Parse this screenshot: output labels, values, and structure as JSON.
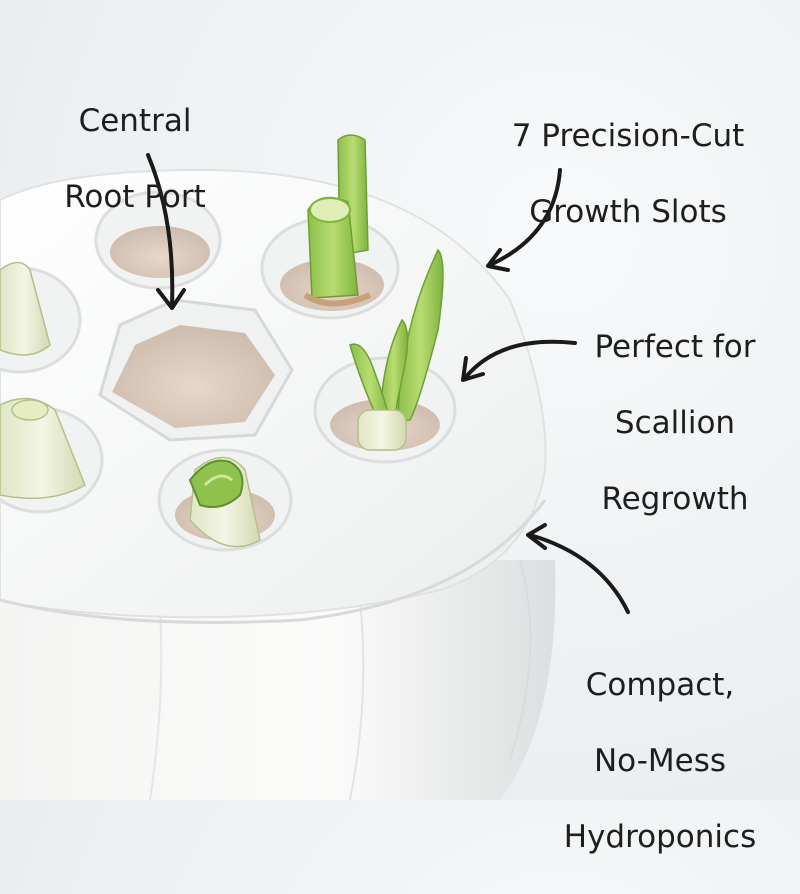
{
  "annotations": {
    "central_root_port": [
      "Central",
      "Root Port"
    ],
    "growth_slots": [
      "7 Precision-Cut",
      "Growth Slots"
    ],
    "scallion_regrowth": [
      "Perfect for",
      "Scallion",
      "Regrowth"
    ],
    "hydroponics": [
      "Compact,",
      "No-Mess",
      "Hydroponics"
    ]
  }
}
